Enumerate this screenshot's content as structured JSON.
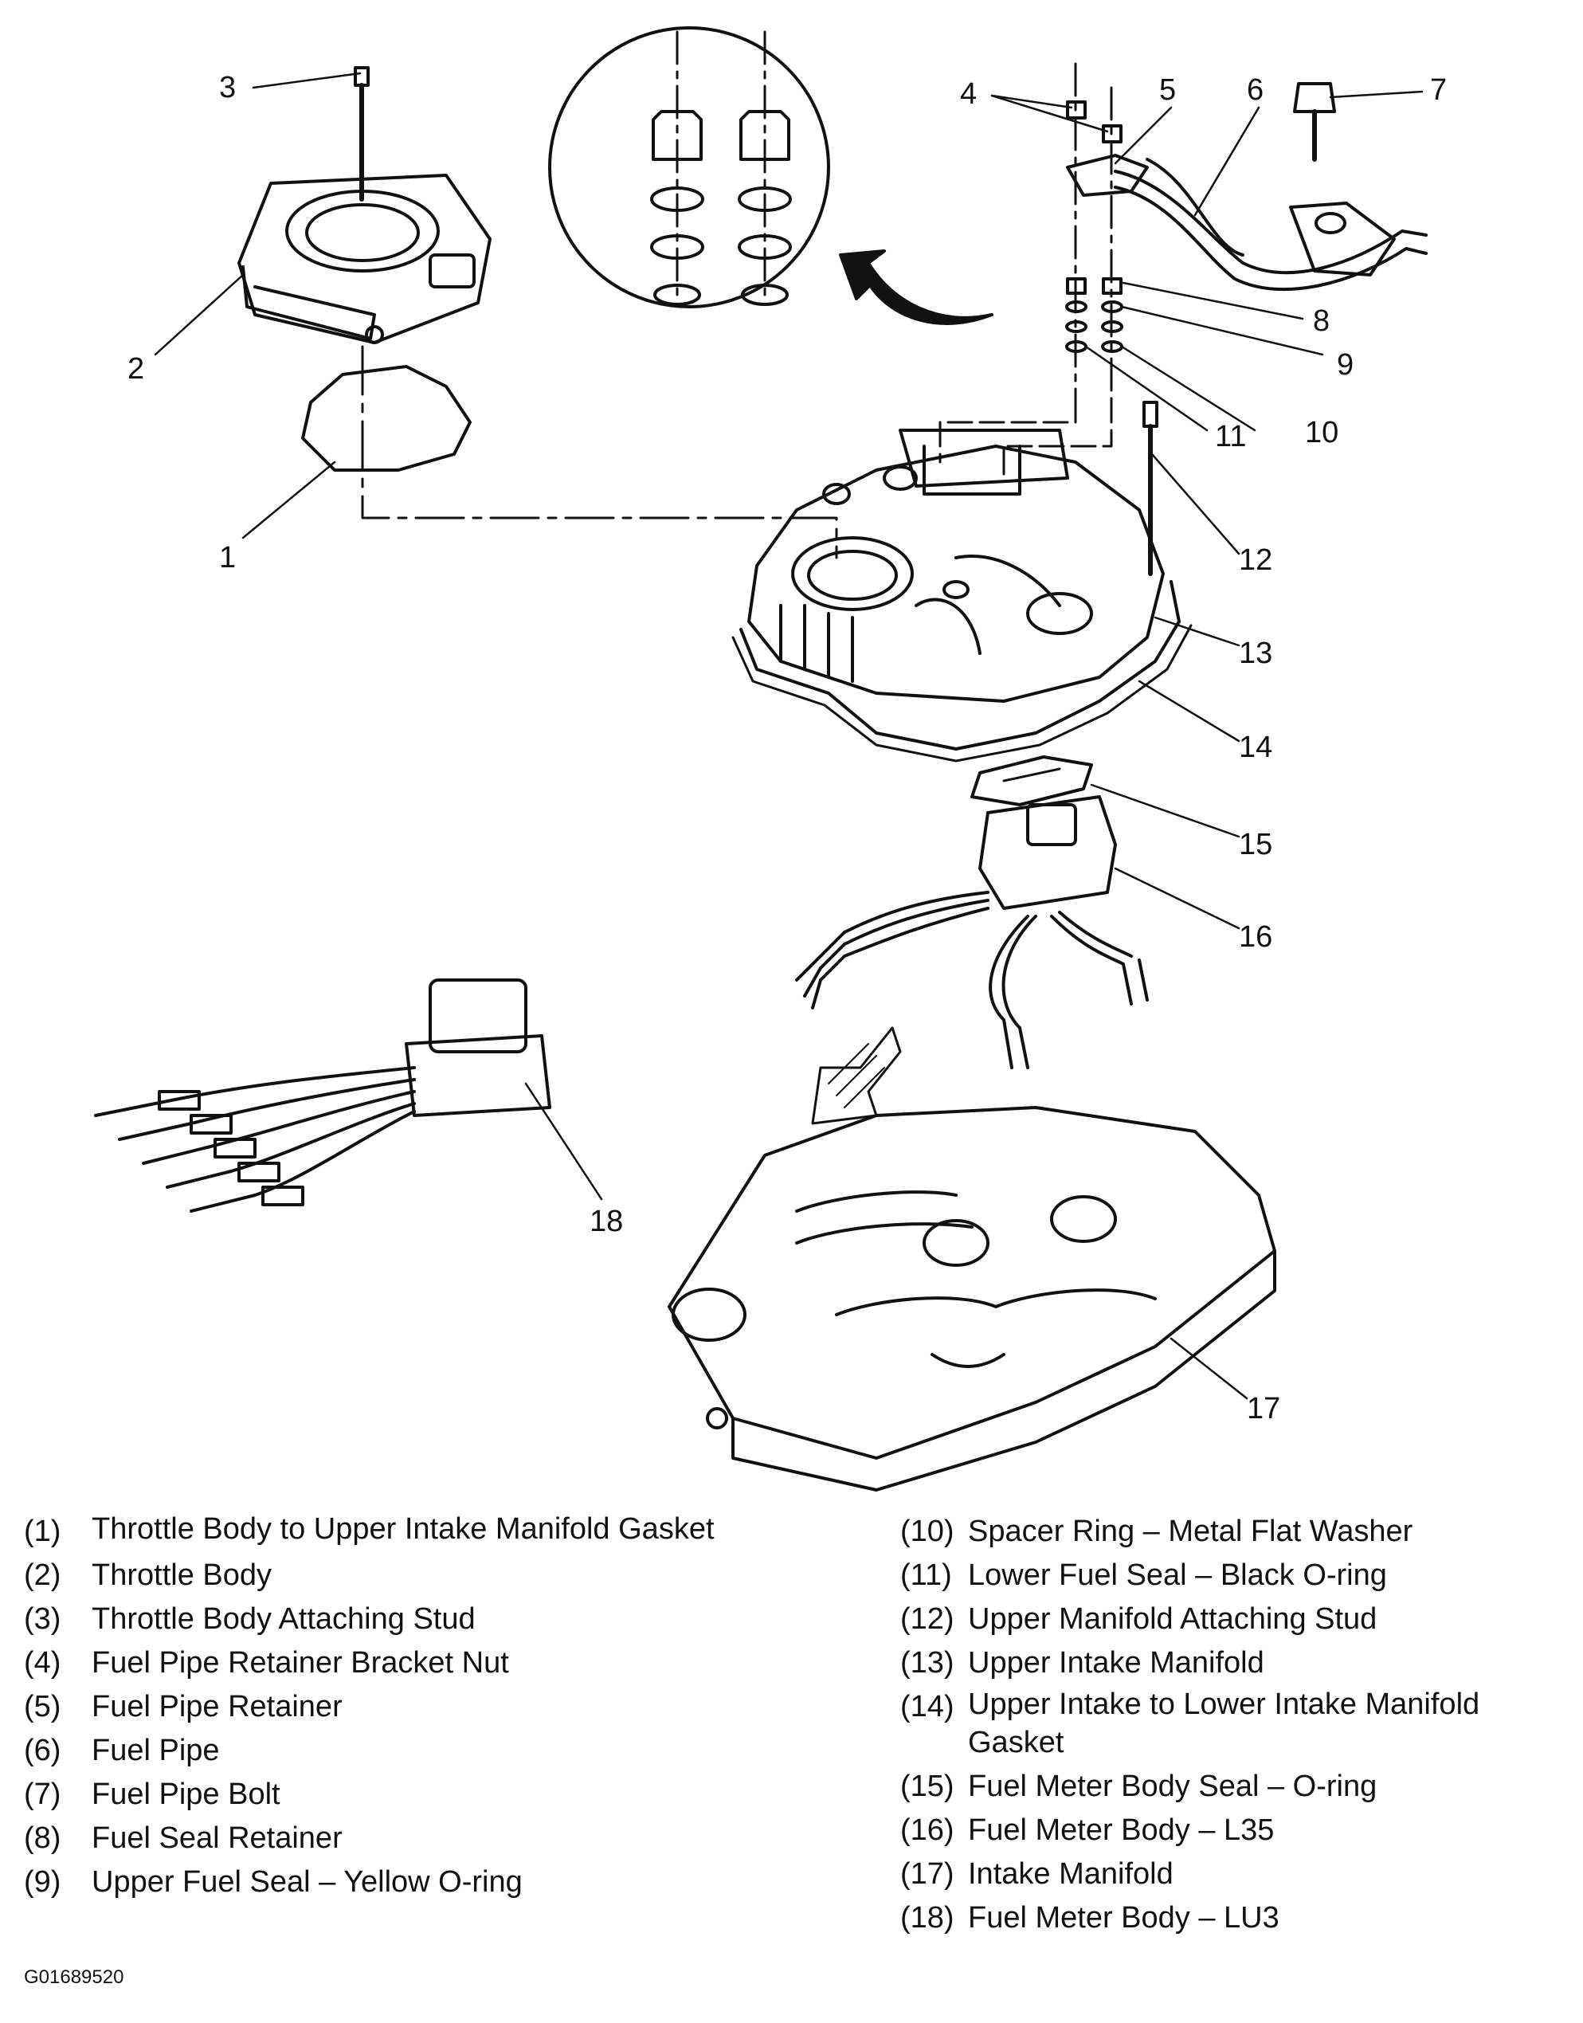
{
  "callouts": [
    "1",
    "2",
    "3",
    "4",
    "5",
    "6",
    "7",
    "8",
    "9",
    "10",
    "11",
    "12",
    "13",
    "14",
    "15",
    "16",
    "17",
    "18"
  ],
  "legend_left": [
    {
      "num": "(1)",
      "text": "Throttle Body to Upper Intake Manifold Gasket"
    },
    {
      "num": "(2)",
      "text": "Throttle Body"
    },
    {
      "num": "(3)",
      "text": "Throttle Body Attaching Stud"
    },
    {
      "num": "(4)",
      "text": "Fuel Pipe Retainer Bracket Nut"
    },
    {
      "num": "(5)",
      "text": "Fuel Pipe Retainer"
    },
    {
      "num": "(6)",
      "text": "Fuel Pipe"
    },
    {
      "num": "(7)",
      "text": "Fuel Pipe Bolt"
    },
    {
      "num": "(8)",
      "text": "Fuel Seal Retainer"
    },
    {
      "num": "(9)",
      "text": "Upper Fuel Seal – Yellow O-ring"
    }
  ],
  "legend_right": [
    {
      "num": "(10)",
      "text": "Spacer Ring – Metal Flat Washer"
    },
    {
      "num": "(11)",
      "text": "Lower Fuel Seal – Black O-ring"
    },
    {
      "num": "(12)",
      "text": "Upper Manifold Attaching Stud"
    },
    {
      "num": "(13)",
      "text": "Upper Intake Manifold"
    },
    {
      "num": "(14)",
      "text": "Upper Intake to Lower Intake Manifold Gasket"
    },
    {
      "num": "(15)",
      "text": "Fuel Meter Body Seal – O-ring"
    },
    {
      "num": "(16)",
      "text": "Fuel Meter Body – L35"
    },
    {
      "num": "(17)",
      "text": "Intake Manifold"
    },
    {
      "num": "(18)",
      "text": "Fuel Meter Body – LU3"
    }
  ],
  "figure_code": "G01689520"
}
